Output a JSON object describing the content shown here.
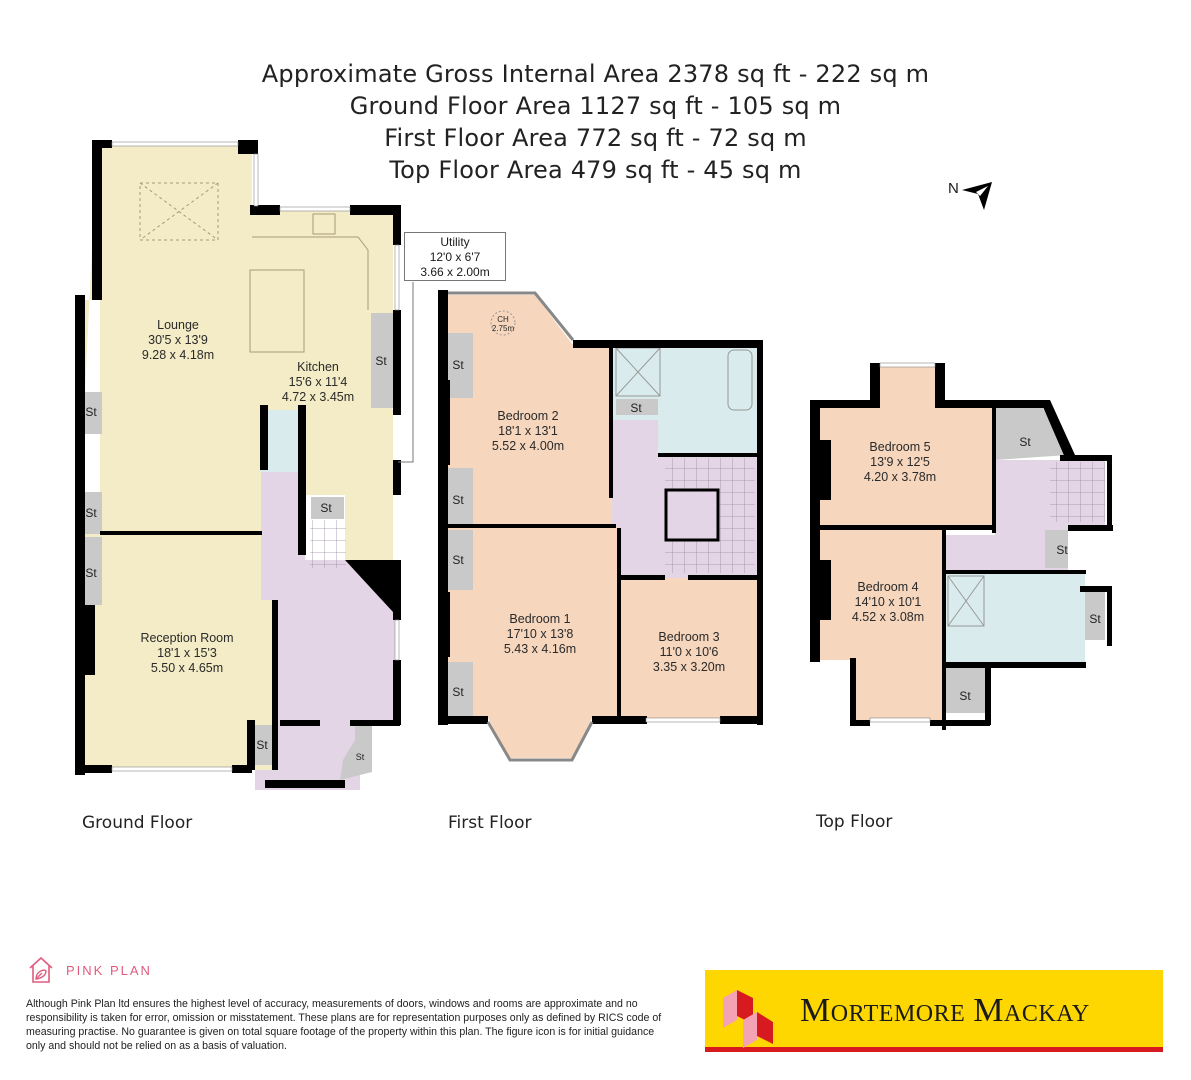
{
  "header": {
    "lines": [
      "Approximate Gross Internal Area 2378 sq ft - 222 sq m",
      "Ground Floor Area 1127 sq ft - 105 sq m",
      "First Floor Area 772 sq ft - 72 sq m",
      "Top Floor Area 479 sq ft - 45 sq m"
    ]
  },
  "compass": {
    "label": "N"
  },
  "colors": {
    "living": "#f3ecc6",
    "bedroom": "#f6d6bd",
    "hall": "#e3d4e6",
    "bathroom": "#d9ebec",
    "storage": "#c9c9c9",
    "wall": "#000000",
    "pinkplan": "#e05c7e",
    "mm_yellow": "#fed700",
    "mm_red": "#d71920"
  },
  "floors": {
    "ground": {
      "label": "Ground Floor",
      "rooms": [
        {
          "name": "Lounge",
          "imperial": "30'5 x 13'9",
          "metric": "9.28 x 4.18m"
        },
        {
          "name": "Kitchen",
          "imperial": "15'6 x 11'4",
          "metric": "4.72 x 3.45m"
        },
        {
          "name": "Reception Room",
          "imperial": "18'1 x 15'3",
          "metric": "5.50 x 4.65m"
        },
        {
          "name": "Utility",
          "imperial": "12'0 x 6'7",
          "metric": "3.66 x 2.00m"
        }
      ],
      "storage_label": "St"
    },
    "first": {
      "label": "First Floor",
      "rooms": [
        {
          "name": "Bedroom 2",
          "imperial": "18'1 x 13'1",
          "metric": "5.52 x 4.00m"
        },
        {
          "name": "Bedroom 1",
          "imperial": "17'10 x 13'8",
          "metric": "5.43 x 4.16m"
        },
        {
          "name": "Bedroom 3",
          "imperial": "11'0 x 10'6",
          "metric": "3.35 x 3.20m"
        }
      ],
      "ceiling_height": {
        "label": "CH",
        "value": "2.75m"
      },
      "storage_label": "St"
    },
    "top": {
      "label": "Top Floor",
      "rooms": [
        {
          "name": "Bedroom 5",
          "imperial": "13'9 x 12'5",
          "metric": "4.20 x 3.78m"
        },
        {
          "name": "Bedroom 4",
          "imperial": "14'10 x 10'1",
          "metric": "4.52 x 3.08m"
        }
      ],
      "storage_label": "St"
    }
  },
  "footer": {
    "brand": "PINK PLAN",
    "disclaimer": "Although Pink Plan ltd ensures the highest level of accuracy, measurements of doors, windows and rooms are approximate and no responsibility is taken for error, omission or misstatement. These plans are for representation purposes only as defined by RICS code of measuring practise. No guarantee is given on total square footage of the property within this plan. The figure icon is for initial guidance only and should not be relied on as a basis of valuation.",
    "agent": {
      "first": "Mortemore",
      "second": "Mackay"
    }
  }
}
